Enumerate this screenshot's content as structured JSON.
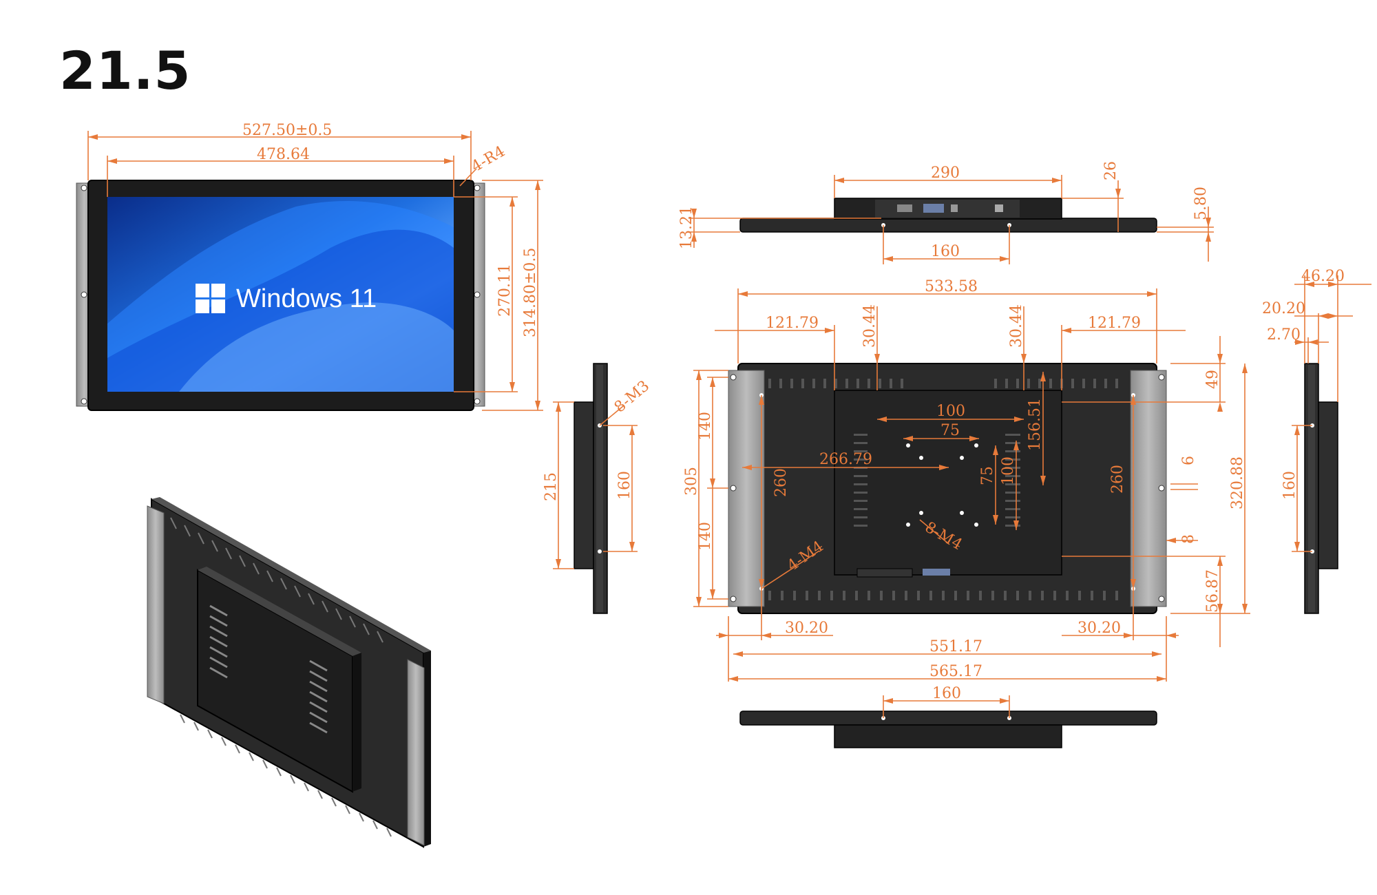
{
  "title": "21.5",
  "screen_text": "Windows 11",
  "colors": {
    "dimension": "#e77a3a",
    "panel": "#2b2b2b",
    "bracket": "#a8a8a8",
    "screen_blue": "#1f6fe0"
  },
  "front": {
    "w_outer": "527.50±0.5",
    "w_inner": "478.64",
    "radius": "4-R4",
    "h_inner": "270.11",
    "h_outer": "314.80±0.5"
  },
  "side_left": {
    "holes": "8-M3",
    "h_box": "215",
    "h_holes": "160"
  },
  "top": {
    "w_box": "290",
    "depth": "26",
    "hole_span": "160",
    "t_left": "13.21",
    "t_right": "5.80"
  },
  "back": {
    "width": "533.58",
    "left_off": "121.79",
    "right_off": "121.79",
    "v1": "30.44",
    "v2": "30.44",
    "vesa100": "100",
    "vesa75": "75",
    "x_center": "266.79",
    "vesa75v": "75",
    "vesa100v": "100",
    "y_center": "156.51",
    "h_upper": "140",
    "h_lower": "140",
    "h_total": "305",
    "h_left_holes": "260",
    "h_right_holes": "260",
    "top_gap": "49",
    "h_overall": "320.88",
    "bottom_gap": "56.87",
    "small6": "6",
    "small8": "8",
    "holes_m4": "8-M4",
    "holes_4m4": "4-M4",
    "bot_left": "30.20",
    "bot_right": "30.20",
    "w_holes": "551.17",
    "w_overall": "565.17"
  },
  "bottom": {
    "hole_span": "160"
  },
  "side_right": {
    "d_total": "46.20",
    "d_mid": "20.20",
    "d_small": "2.70",
    "h_holes": "160"
  }
}
